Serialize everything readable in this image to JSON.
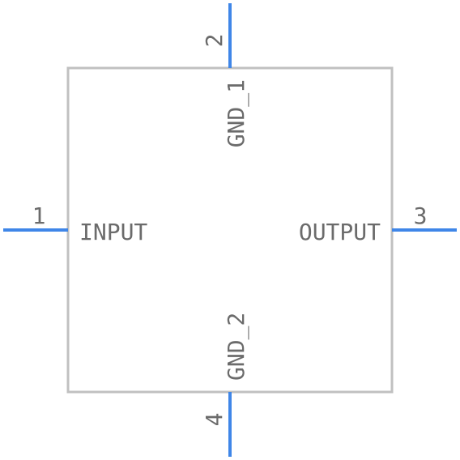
{
  "colors": {
    "background": "#ffffff",
    "body_outline": "#c0c0c0",
    "pin_line": "#3f86e8",
    "text": "#6b6b6b"
  },
  "pins": [
    {
      "number": "1",
      "name": "INPUT",
      "side": "left"
    },
    {
      "number": "2",
      "name": "GND_1",
      "side": "top"
    },
    {
      "number": "3",
      "name": "OUTPUT",
      "side": "right"
    },
    {
      "number": "4",
      "name": "GND_2",
      "side": "bottom"
    }
  ]
}
